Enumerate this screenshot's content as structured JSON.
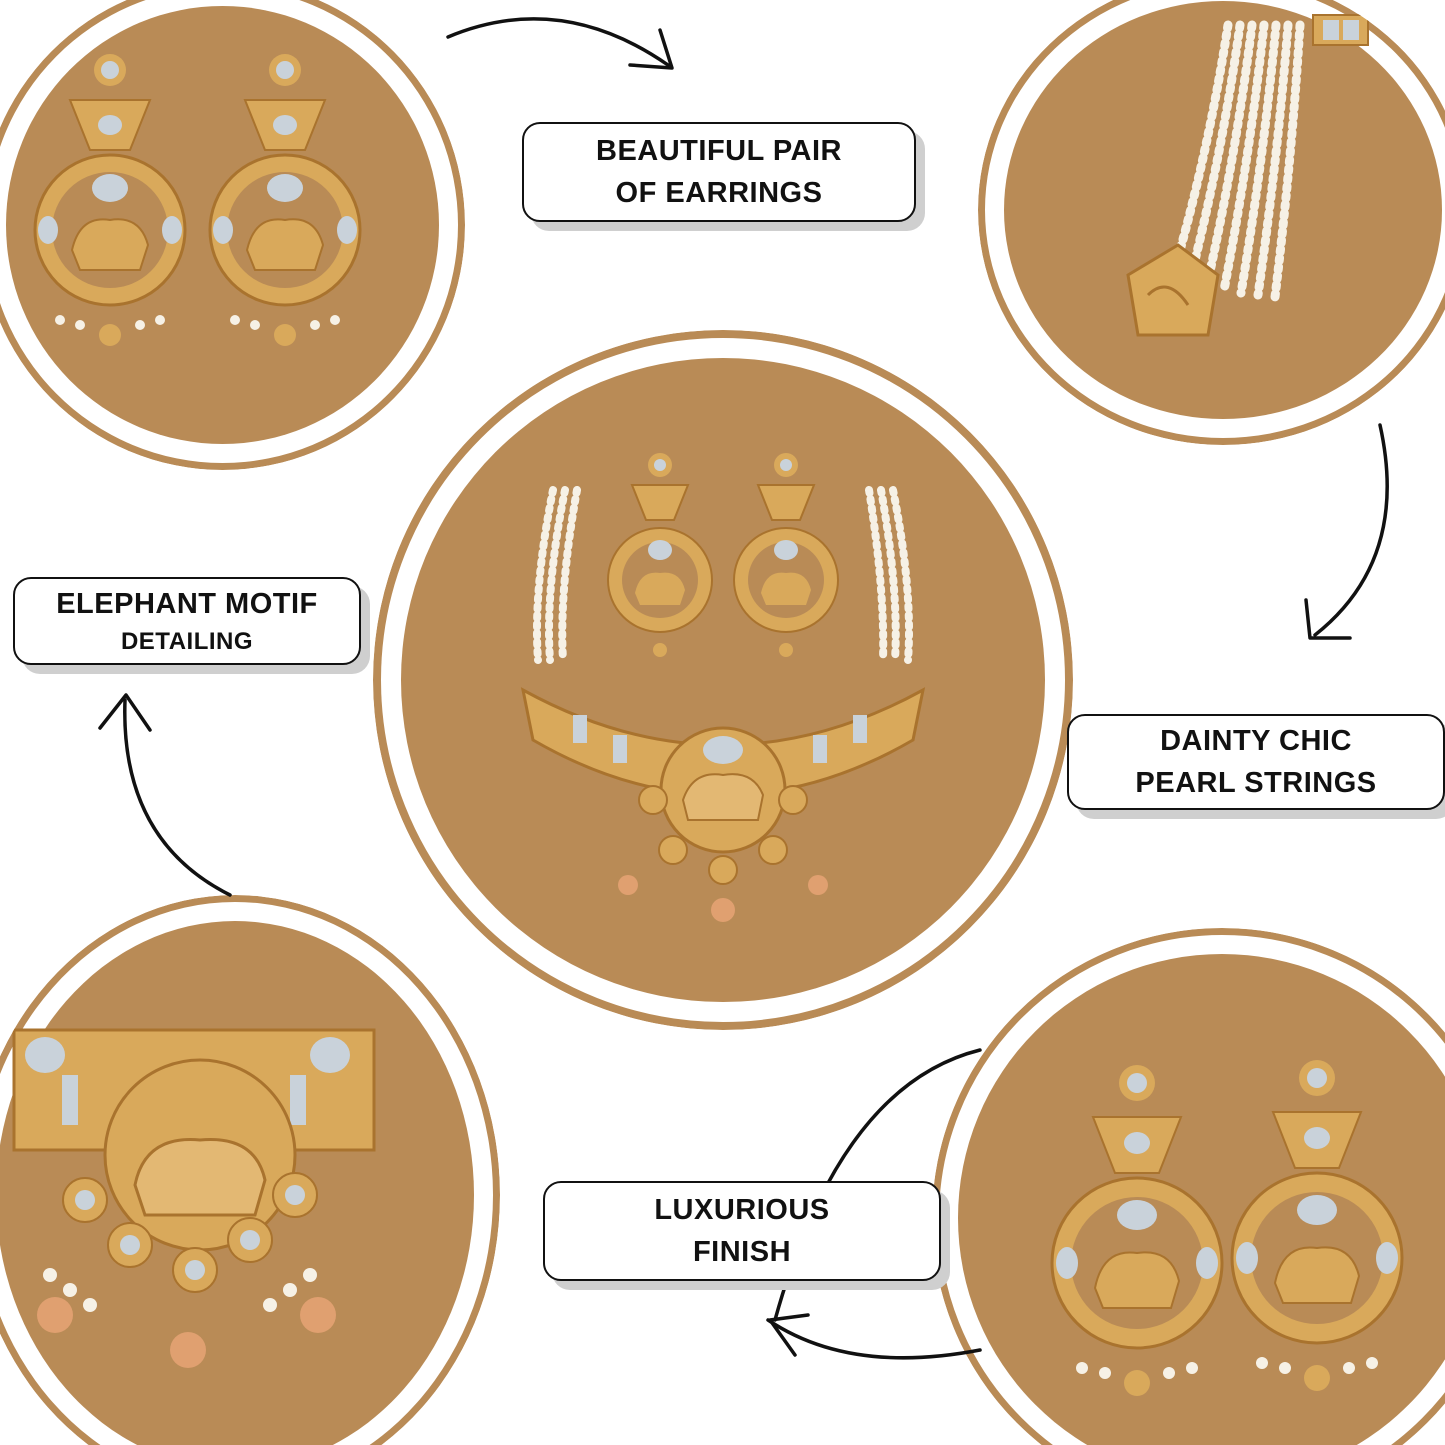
{
  "colors": {
    "background": "#ffffff",
    "circle_fill": "#b98b56",
    "circle_ring": "#b98b56",
    "gold": "#d9a95b",
    "gold_dark": "#a9732e",
    "pearl": "#f6f1e6",
    "kundan": "#c9d2da",
    "label_border": "#111111",
    "label_shadow": "#cfcfcf",
    "arrow": "#111111"
  },
  "labels": {
    "earrings": {
      "line1": "BEAUTIFUL PAIR",
      "line2": "OF EARRINGS"
    },
    "pearls": {
      "line1": "DAINTY CHIC",
      "line2": "PEARL STRINGS"
    },
    "elephant": {
      "line1": "ELEPHANT MOTIF",
      "line2": "DETAILING"
    },
    "finish": {
      "line1": "LUXURIOUS",
      "line2": "FINISH"
    }
  },
  "photos": {
    "top_left": "earrings-closeup-image",
    "top_right": "pearl-strings-closeup-image",
    "center": "full-necklace-set-image",
    "bottom_left": "elephant-pendant-closeup-image",
    "bottom_right": "earrings-finish-closeup-image"
  },
  "icons": {
    "arrow": "curved-arrow-icon"
  }
}
